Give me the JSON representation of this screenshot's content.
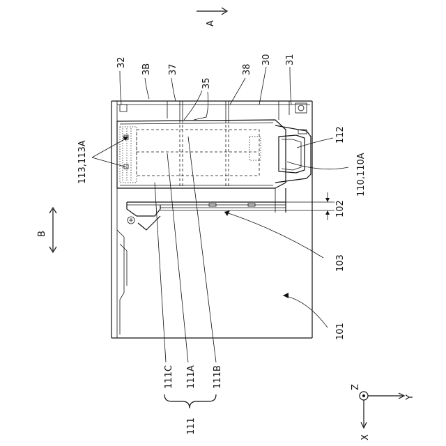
{
  "labels": {
    "l32": "32",
    "l3B": "3B",
    "l37": "37",
    "l35": "35",
    "l38": "38",
    "l30": "30",
    "l31": "31",
    "l113": "113,113A",
    "l112": "112",
    "l110": "110,110A",
    "l102": "102",
    "l103": "103",
    "l101": "101",
    "l111C": "111C",
    "l111A": "111A",
    "l111B": "111B",
    "l111": "111"
  },
  "directions": {
    "a": "A",
    "b": "B"
  },
  "axes": {
    "x": "X",
    "y": "Y",
    "z": "Z"
  }
}
